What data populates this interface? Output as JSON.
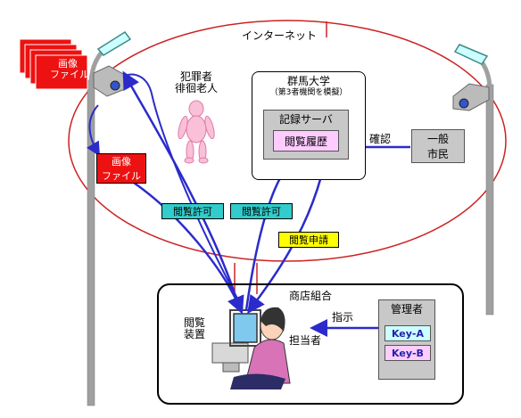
{
  "internet_label": "インターネット",
  "image_stack_label_line1": "画像",
  "image_stack_label_line2": "ファイル",
  "image_box_label_line1": "画像",
  "image_box_label_line2": "ファイル",
  "criminal_label_line1": "犯罪者",
  "criminal_label_line2": "徘徊老人",
  "university": {
    "title": "群馬大学",
    "subtitle": "（第3者機関を模擬）",
    "server_label": "記録サーバ",
    "history_label": "閲覧履歴"
  },
  "confirm_label": "確認",
  "citizen_line1": "一般",
  "citizen_line2": "市民",
  "permit_label_1": "閲覧許可",
  "permit_label_2": "閲覧許可",
  "request_label": "閲覧申請",
  "union": {
    "title": "商店組合",
    "device_line1": "閲覧",
    "device_line2": "装置",
    "person_label": "担当者",
    "instruction_label": "指示",
    "manager_title": "管理者",
    "key_a": "Key-A",
    "key_b": "Key-B"
  },
  "colors": {
    "arrow": "#2b2bcc",
    "red_line": "#cc2222",
    "image_red": "#ee1111",
    "permit_teal": "#33cccc",
    "request_yellow": "#ffff00",
    "server_gray": "#c8c8c8",
    "history_pink": "#ffccff",
    "key_a_fill": "#ccffff",
    "key_b_fill": "#ffccff",
    "pole_gray": "#999999"
  }
}
